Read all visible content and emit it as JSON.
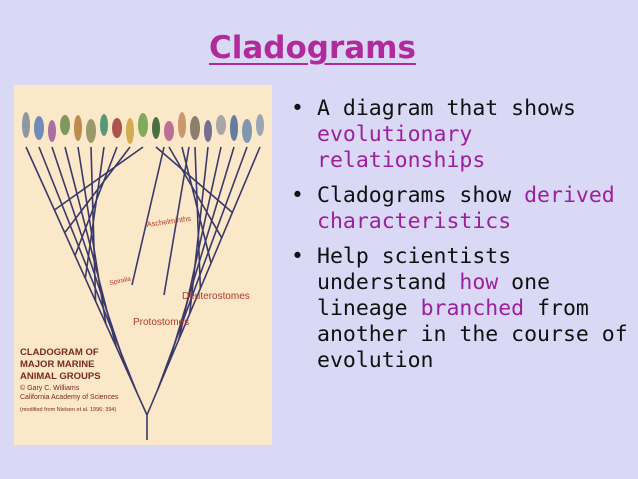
{
  "title": "Cladograms",
  "figure": {
    "caption_lines": [
      "CLADOGRAM OF",
      "MAJOR MARINE",
      "ANIMAL GROUPS",
      "© Gary C. Williams",
      "California Academy of Sciences",
      "(modified from Nielsen et al. 1996: 394)"
    ],
    "labels": {
      "aschelminths": "Aschelminths",
      "spiralians": "Spiralia",
      "deuterostomes": "Deuterostomes",
      "protostomes": "Protostomes"
    }
  },
  "bullets": [
    {
      "parts": [
        {
          "text": "A diagram that shows ",
          "hl": false
        },
        {
          "text": "evolutionary relationships",
          "hl": true
        }
      ]
    },
    {
      "parts": [
        {
          "text": "Cladograms show ",
          "hl": false
        },
        {
          "text": "derived characteristics",
          "hl": true
        }
      ]
    },
    {
      "parts": [
        {
          "text": "Help scientists understand ",
          "hl": false
        },
        {
          "text": "how",
          "hl": true
        },
        {
          "text": " one lineage ",
          "hl": false
        },
        {
          "text": "branched",
          "hl": true
        },
        {
          "text": " from another in the course of evolution",
          "hl": false
        }
      ]
    }
  ],
  "colors": {
    "background": "#d9d9f6",
    "title": "#b02a9c",
    "highlight": "#9b1fa0",
    "figure_bg": "#fbe8c9",
    "branch": "#3a3a6a"
  }
}
